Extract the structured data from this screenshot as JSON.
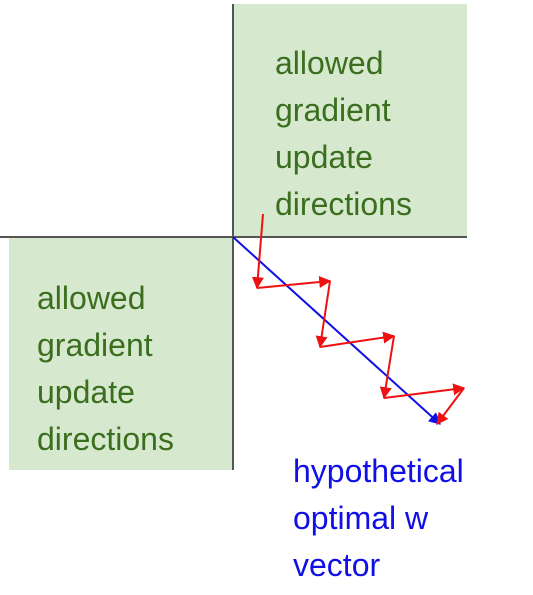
{
  "regions": {
    "top_right_label": "allowed\ngradient\nupdate\ndirections",
    "bottom_left_label": "allowed\ngradient\nupdate\ndirections"
  },
  "optimal_vector_label": "hypothetical\noptimal w\nvector",
  "colors": {
    "region_fill": "#d6e9cf",
    "region_text": "#3b6e1e",
    "axis": "#555555",
    "optimal_vector": "#1010e6",
    "gradient_path": "#ee1111"
  }
}
